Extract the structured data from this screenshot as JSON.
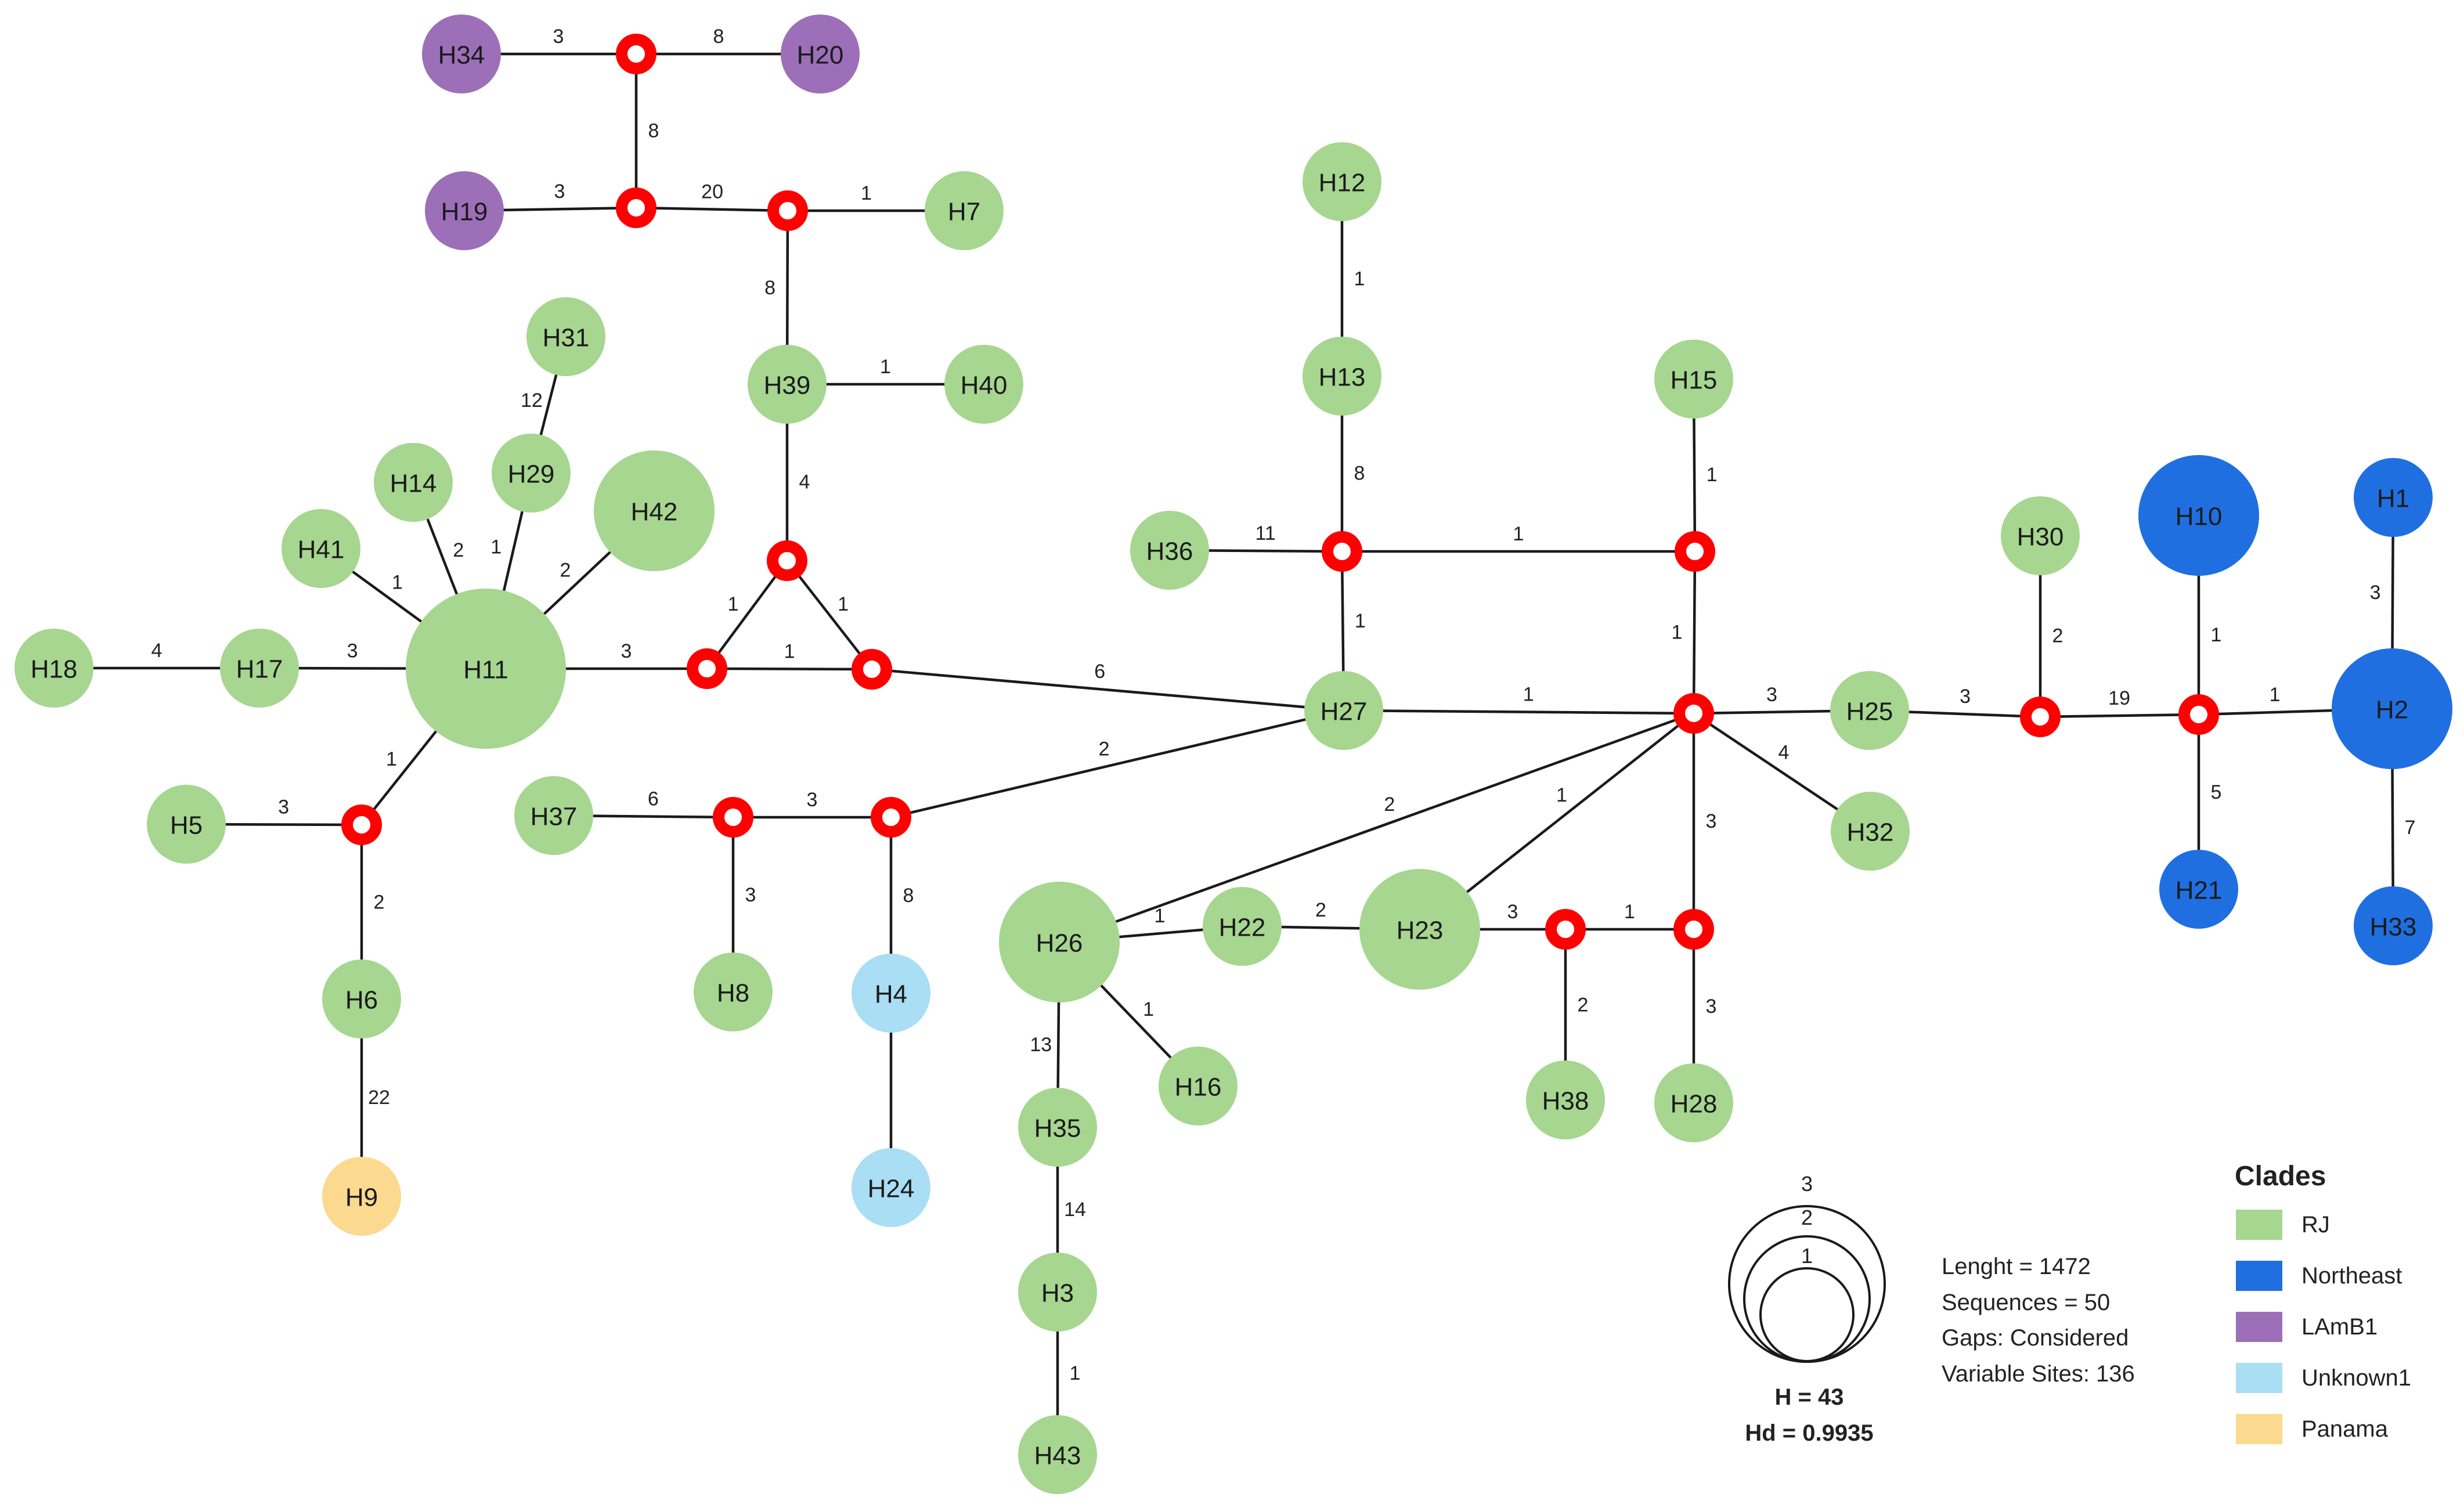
{
  "colors": {
    "RJ": "#a6d68f",
    "Northeast": "#1f6fe0",
    "LAmB1": "#9c6fb8",
    "Unknown1": "#a9def4",
    "Panama": "#fbd98f",
    "median_stroke": "#ff0000"
  },
  "nodes": [
    {
      "id": "H34",
      "label": "H34",
      "clade": "LAmB1",
      "size": 1
    },
    {
      "id": "H20",
      "label": "H20",
      "clade": "LAmB1",
      "size": 1
    },
    {
      "id": "H19",
      "label": "H19",
      "clade": "LAmB1",
      "size": 1
    },
    {
      "id": "H7",
      "label": "H7",
      "clade": "RJ",
      "size": 1
    },
    {
      "id": "H31",
      "label": "H31",
      "clade": "RJ",
      "size": 1
    },
    {
      "id": "H29",
      "label": "H29",
      "clade": "RJ",
      "size": 1
    },
    {
      "id": "H14",
      "label": "H14",
      "clade": "RJ",
      "size": 1
    },
    {
      "id": "H41",
      "label": "H41",
      "clade": "RJ",
      "size": 1
    },
    {
      "id": "H42",
      "label": "H42",
      "clade": "RJ",
      "size": 2
    },
    {
      "id": "H11",
      "label": "H11",
      "clade": "RJ",
      "size": 3
    },
    {
      "id": "H18",
      "label": "H18",
      "clade": "RJ",
      "size": 1
    },
    {
      "id": "H17",
      "label": "H17",
      "clade": "RJ",
      "size": 1
    },
    {
      "id": "H5",
      "label": "H5",
      "clade": "RJ",
      "size": 1
    },
    {
      "id": "H6",
      "label": "H6",
      "clade": "RJ",
      "size": 1
    },
    {
      "id": "H9",
      "label": "H9",
      "clade": "Panama",
      "size": 1
    },
    {
      "id": "H39",
      "label": "H39",
      "clade": "RJ",
      "size": 1
    },
    {
      "id": "H40",
      "label": "H40",
      "clade": "RJ",
      "size": 1
    },
    {
      "id": "H37",
      "label": "H37",
      "clade": "RJ",
      "size": 1
    },
    {
      "id": "H8",
      "label": "H8",
      "clade": "RJ",
      "size": 1
    },
    {
      "id": "H4",
      "label": "H4",
      "clade": "Unknown1",
      "size": 1
    },
    {
      "id": "H24",
      "label": "H24",
      "clade": "Unknown1",
      "size": 1
    },
    {
      "id": "H12",
      "label": "H12",
      "clade": "RJ",
      "size": 1
    },
    {
      "id": "H13",
      "label": "H13",
      "clade": "RJ",
      "size": 1
    },
    {
      "id": "H36",
      "label": "H36",
      "clade": "RJ",
      "size": 1
    },
    {
      "id": "H27",
      "label": "H27",
      "clade": "RJ",
      "size": 1
    },
    {
      "id": "H15",
      "label": "H15",
      "clade": "RJ",
      "size": 1
    },
    {
      "id": "H25",
      "label": "H25",
      "clade": "RJ",
      "size": 1
    },
    {
      "id": "H32",
      "label": "H32",
      "clade": "RJ",
      "size": 1
    },
    {
      "id": "H26",
      "label": "H26",
      "clade": "RJ",
      "size": 2
    },
    {
      "id": "H22",
      "label": "H22",
      "clade": "RJ",
      "size": 1
    },
    {
      "id": "H23",
      "label": "H23",
      "clade": "RJ",
      "size": 2
    },
    {
      "id": "H16",
      "label": "H16",
      "clade": "RJ",
      "size": 1
    },
    {
      "id": "H35",
      "label": "H35",
      "clade": "RJ",
      "size": 1
    },
    {
      "id": "H3",
      "label": "H3",
      "clade": "RJ",
      "size": 1
    },
    {
      "id": "H43",
      "label": "H43",
      "clade": "RJ",
      "size": 1
    },
    {
      "id": "H38",
      "label": "H38",
      "clade": "RJ",
      "size": 1
    },
    {
      "id": "H28",
      "label": "H28",
      "clade": "RJ",
      "size": 1
    },
    {
      "id": "H30",
      "label": "H30",
      "clade": "RJ",
      "size": 1
    },
    {
      "id": "H10",
      "label": "H10",
      "clade": "Northeast",
      "size": 2
    },
    {
      "id": "H1",
      "label": "H1",
      "clade": "Northeast",
      "size": 1
    },
    {
      "id": "H2",
      "label": "H2",
      "clade": "Northeast",
      "size": 2
    },
    {
      "id": "H21",
      "label": "H21",
      "clade": "Northeast",
      "size": 1
    },
    {
      "id": "H33",
      "label": "H33",
      "clade": "Northeast",
      "size": 1
    },
    {
      "id": "M1",
      "label": "",
      "clade": "median",
      "size": 0
    },
    {
      "id": "M2",
      "label": "",
      "clade": "median",
      "size": 0
    },
    {
      "id": "M3",
      "label": "",
      "clade": "median",
      "size": 0
    },
    {
      "id": "M4",
      "label": "",
      "clade": "median",
      "size": 0
    },
    {
      "id": "M5",
      "label": "",
      "clade": "median",
      "size": 0
    },
    {
      "id": "M6",
      "label": "",
      "clade": "median",
      "size": 0
    },
    {
      "id": "M7",
      "label": "",
      "clade": "median",
      "size": 0
    },
    {
      "id": "M8",
      "label": "",
      "clade": "median",
      "size": 0
    },
    {
      "id": "M9",
      "label": "",
      "clade": "median",
      "size": 0
    },
    {
      "id": "M10",
      "label": "",
      "clade": "median",
      "size": 0
    },
    {
      "id": "M11",
      "label": "",
      "clade": "median",
      "size": 0
    },
    {
      "id": "M12",
      "label": "",
      "clade": "median",
      "size": 0
    },
    {
      "id": "M13",
      "label": "",
      "clade": "median",
      "size": 0
    },
    {
      "id": "M14",
      "label": "",
      "clade": "median",
      "size": 0
    },
    {
      "id": "M15",
      "label": "",
      "clade": "median",
      "size": 0
    },
    {
      "id": "M16",
      "label": "",
      "clade": "median",
      "size": 0
    },
    {
      "id": "M17",
      "label": "",
      "clade": "median",
      "size": 0
    }
  ],
  "edges": [
    {
      "from": "H34",
      "to": "M1",
      "label": "3"
    },
    {
      "from": "M1",
      "to": "H20",
      "label": "8"
    },
    {
      "from": "M1",
      "to": "M2",
      "label": "8"
    },
    {
      "from": "H19",
      "to": "M2",
      "label": "3"
    },
    {
      "from": "M2",
      "to": "M3",
      "label": "20"
    },
    {
      "from": "M3",
      "to": "H7",
      "label": "1"
    },
    {
      "from": "M3",
      "to": "H39",
      "label": "8"
    },
    {
      "from": "H39",
      "to": "H40",
      "label": "1"
    },
    {
      "from": "H39",
      "to": "M4",
      "label": "4"
    },
    {
      "from": "M4",
      "to": "M5",
      "label": "1"
    },
    {
      "from": "M4",
      "to": "M6",
      "label": "1"
    },
    {
      "from": "M5",
      "to": "M6",
      "label": "1"
    },
    {
      "from": "H11",
      "to": "M5",
      "label": "3"
    },
    {
      "from": "M6",
      "to": "H27",
      "label": "6"
    },
    {
      "from": "H31",
      "to": "H29",
      "label": "12"
    },
    {
      "from": "H29",
      "to": "H11",
      "label": "1"
    },
    {
      "from": "H14",
      "to": "H11",
      "label": "2"
    },
    {
      "from": "H41",
      "to": "H11",
      "label": "1"
    },
    {
      "from": "H42",
      "to": "H11",
      "label": "2"
    },
    {
      "from": "H18",
      "to": "H17",
      "label": "4"
    },
    {
      "from": "H17",
      "to": "H11",
      "label": "3"
    },
    {
      "from": "H11",
      "to": "M7",
      "label": "1"
    },
    {
      "from": "H5",
      "to": "M7",
      "label": "3"
    },
    {
      "from": "M7",
      "to": "H6",
      "label": "2"
    },
    {
      "from": "H6",
      "to": "H9",
      "label": "22"
    },
    {
      "from": "H37",
      "to": "M8",
      "label": "6"
    },
    {
      "from": "M8",
      "to": "M9",
      "label": "3"
    },
    {
      "from": "M8",
      "to": "H8",
      "label": "3"
    },
    {
      "from": "M9",
      "to": "H4",
      "label": "8"
    },
    {
      "from": "H4",
      "to": "H24",
      "label": ""
    },
    {
      "from": "M9",
      "to": "H27",
      "label": "2"
    },
    {
      "from": "H12",
      "to": "H13",
      "label": "1"
    },
    {
      "from": "H13",
      "to": "M10",
      "label": "8"
    },
    {
      "from": "H36",
      "to": "M10",
      "label": "11"
    },
    {
      "from": "M10",
      "to": "M11",
      "label": "1"
    },
    {
      "from": "M10",
      "to": "H27",
      "label": "1"
    },
    {
      "from": "H15",
      "to": "M11",
      "label": "1"
    },
    {
      "from": "M11",
      "to": "M12",
      "label": "1"
    },
    {
      "from": "H27",
      "to": "M12",
      "label": "1"
    },
    {
      "from": "M12",
      "to": "H25",
      "label": "3"
    },
    {
      "from": "M12",
      "to": "H32",
      "label": "4"
    },
    {
      "from": "M12",
      "to": "M14",
      "label": "3"
    },
    {
      "from": "M12",
      "to": "H26",
      "label": "2"
    },
    {
      "from": "M12",
      "to": "H23",
      "label": "1"
    },
    {
      "from": "H26",
      "to": "H22",
      "label": "1"
    },
    {
      "from": "H22",
      "to": "H23",
      "label": "2"
    },
    {
      "from": "H26",
      "to": "H16",
      "label": "1"
    },
    {
      "from": "H26",
      "to": "H35",
      "label": "13"
    },
    {
      "from": "H35",
      "to": "H3",
      "label": "14"
    },
    {
      "from": "H3",
      "to": "H43",
      "label": "1"
    },
    {
      "from": "H23",
      "to": "M13",
      "label": "3"
    },
    {
      "from": "M13",
      "to": "M14",
      "label": "1"
    },
    {
      "from": "M13",
      "to": "H38",
      "label": "2"
    },
    {
      "from": "M14",
      "to": "H28",
      "label": "3"
    },
    {
      "from": "H25",
      "to": "M15",
      "label": "3"
    },
    {
      "from": "H30",
      "to": "M15",
      "label": "2"
    },
    {
      "from": "M15",
      "to": "M16",
      "label": "19"
    },
    {
      "from": "H10",
      "to": "M16",
      "label": "1"
    },
    {
      "from": "M16",
      "to": "H21",
      "label": "5"
    },
    {
      "from": "M16",
      "to": "H2",
      "label": "1"
    },
    {
      "from": "H1",
      "to": "H2",
      "label": "3"
    },
    {
      "from": "H2",
      "to": "H33",
      "label": "7"
    }
  ],
  "legend": {
    "title": "Clades",
    "items": [
      {
        "label": "RJ",
        "clade": "RJ"
      },
      {
        "label": "Northeast",
        "clade": "Northeast"
      },
      {
        "label": "LAmB1",
        "clade": "LAmB1"
      },
      {
        "label": "Unknown1",
        "clade": "Unknown1"
      },
      {
        "label": "Panama",
        "clade": "Panama"
      }
    ]
  },
  "scale": {
    "labels": [
      "3",
      "2",
      "1"
    ]
  },
  "stats": {
    "lines": [
      "Lenght = 1472",
      "Sequences = 50",
      "Gaps: Considered",
      "Variable Sites: 136"
    ],
    "h": "H = 43",
    "hd": "Hd = 0.9935"
  }
}
